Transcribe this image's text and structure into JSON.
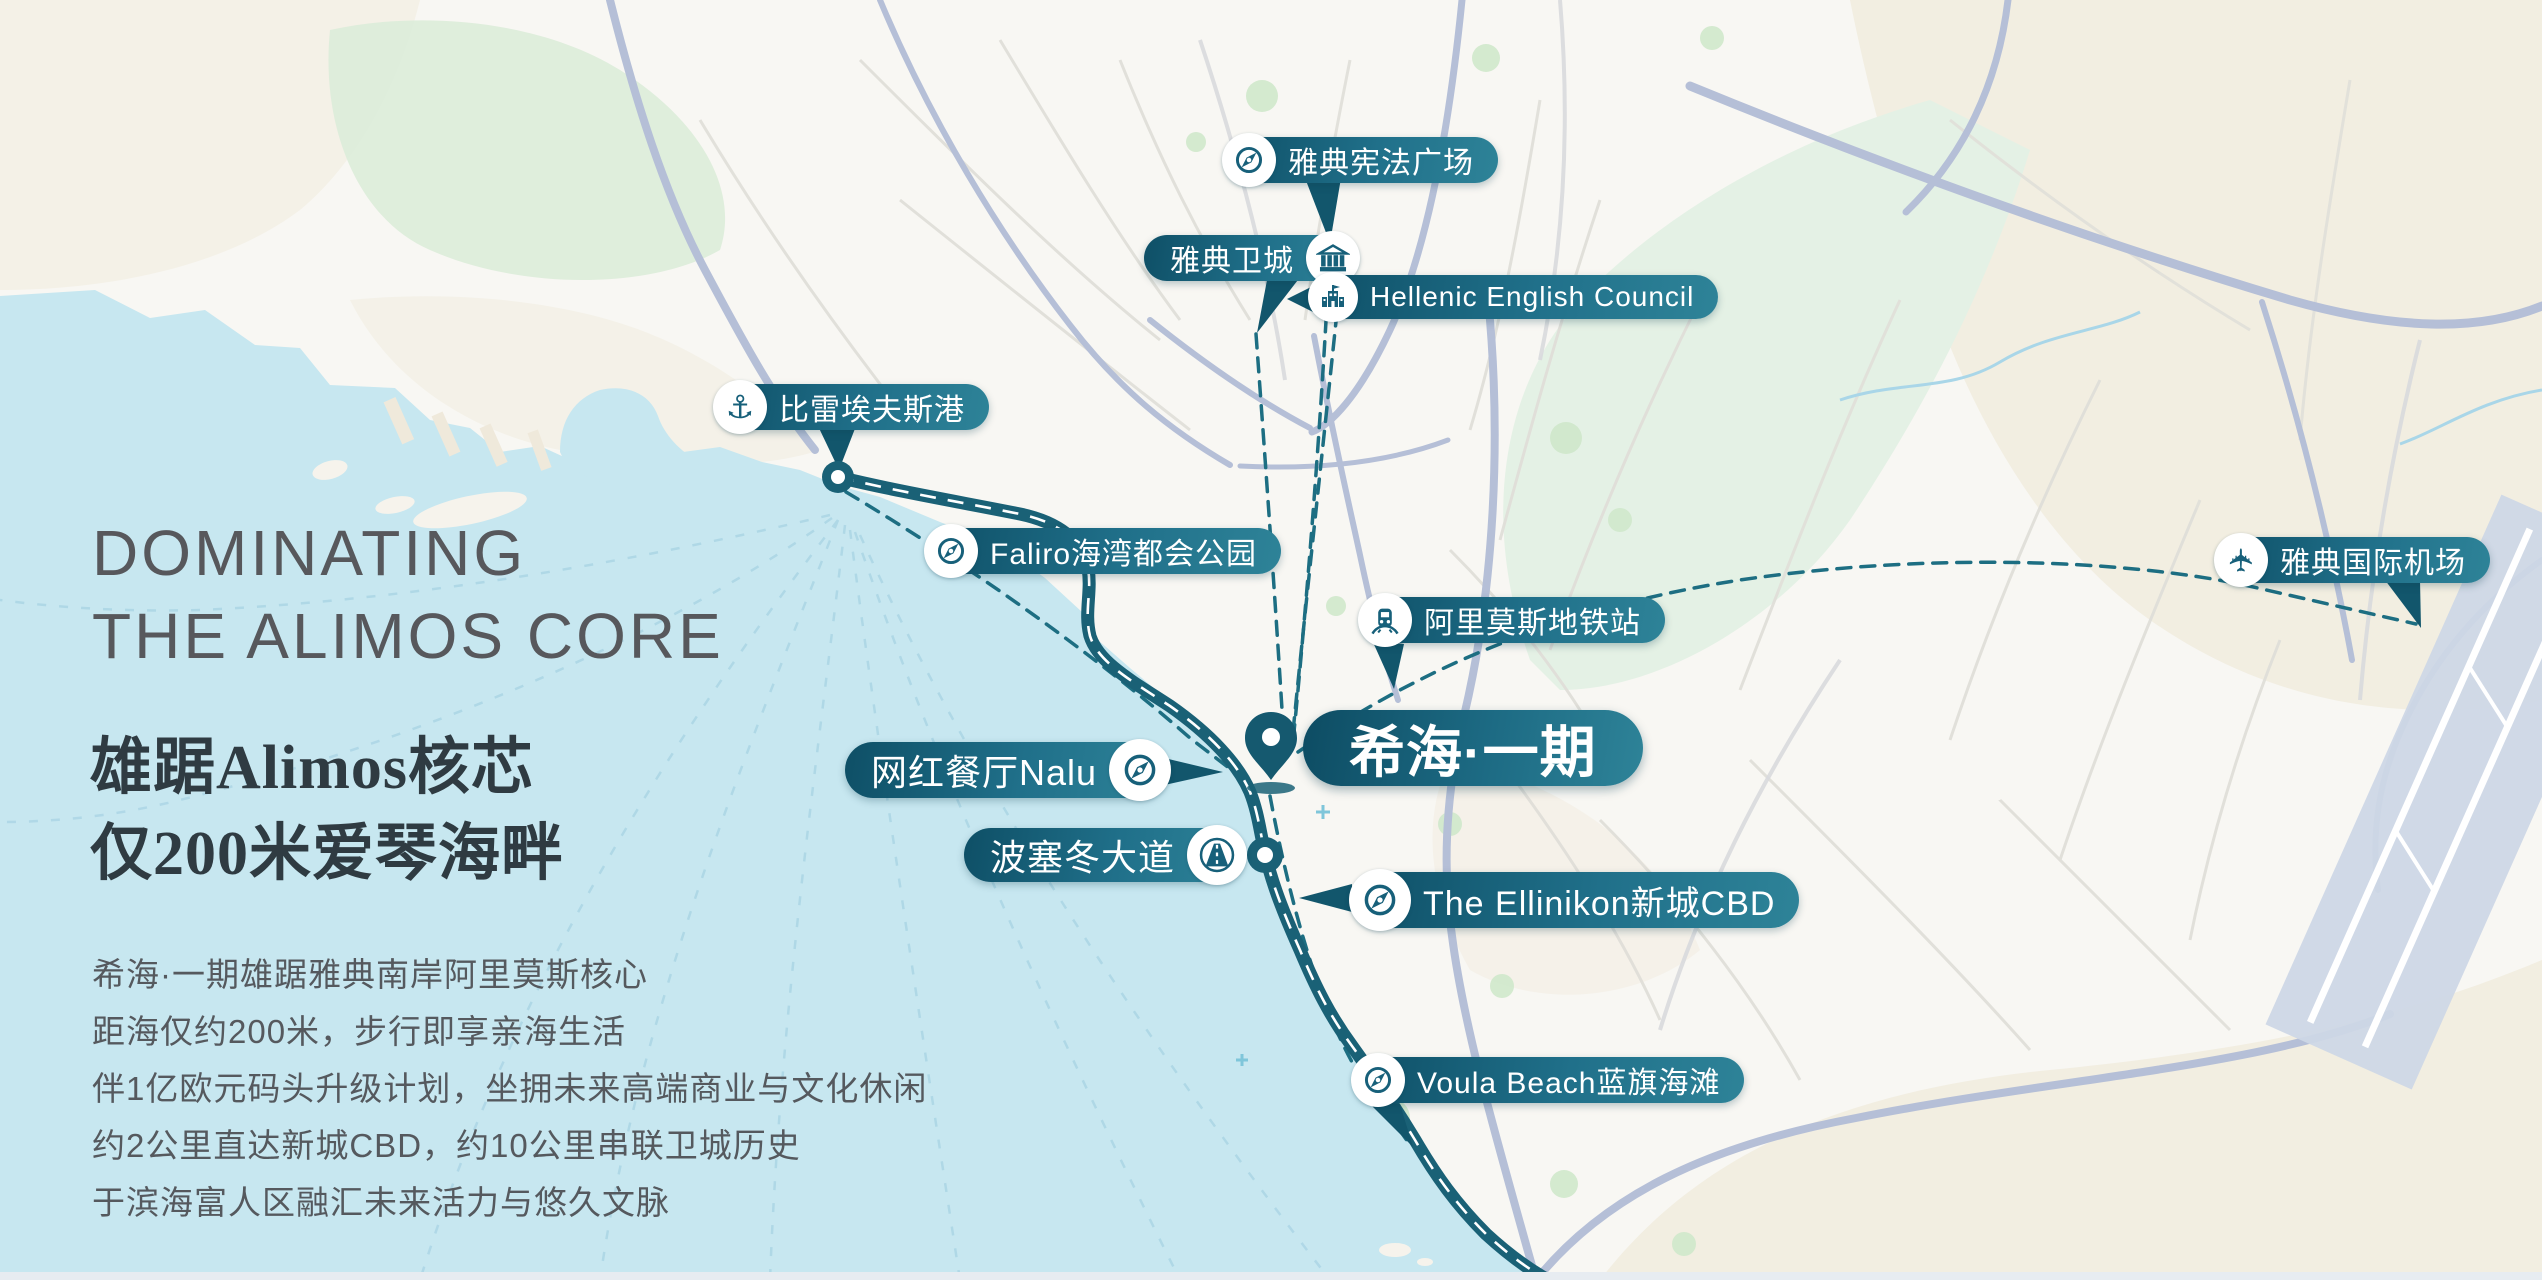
{
  "poster": {
    "title": {
      "line1": "DOMINATING",
      "line2": "THE ALIMOS CORE"
    },
    "headline": {
      "line1": "雄踞Alimos核芯",
      "line2": "仅200米爱琴海畔"
    },
    "body": {
      "line1": "希海·一期雄踞雅典南岸阿里莫斯核心",
      "line2": "距海仅约200米，步行即享亲海生活",
      "line3": "伴1亿欧元码头升级计划，坐拥未来高端商业与文化休闲",
      "line4": "约2公里直达新城CBD，约10公里串联卫城历史",
      "line5": "于滨海富人区融汇未来活力与悠久文脉"
    }
  },
  "map": {
    "project": {
      "text": "希海·一期",
      "icon": "location-pin"
    },
    "labels": [
      {
        "id": "constitution-square",
        "text": "雅典宪法广场",
        "icon": "compass"
      },
      {
        "id": "acropolis",
        "text": "雅典卫城",
        "icon": "temple"
      },
      {
        "id": "hellenic-english-council",
        "text": "Hellenic English Council",
        "icon": "school"
      },
      {
        "id": "piraeus-port",
        "text": "比雷埃夫斯港",
        "icon": "anchor"
      },
      {
        "id": "faliro-bay-park",
        "text": "Faliro海湾都会公园",
        "icon": "compass"
      },
      {
        "id": "alimos-metro-station",
        "text": "阿里莫斯地铁站",
        "icon": "metro-train"
      },
      {
        "id": "nalu-restaurant",
        "text": "网红餐厅Nalu",
        "icon": "compass"
      },
      {
        "id": "poseidon-avenue",
        "text": "波塞冬大道",
        "icon": "highway"
      },
      {
        "id": "ellinikon-cbd",
        "text": "The Ellinikon新城CBD",
        "icon": "compass"
      },
      {
        "id": "voula-beach",
        "text": "Voula Beach蓝旗海滩",
        "icon": "compass"
      },
      {
        "id": "athens-airport",
        "text": "雅典国际机场",
        "icon": "airplane"
      }
    ],
    "colors": {
      "pill_dark": "#0e4f66",
      "pill_light": "#2e8398",
      "route_teal": "#1a6176",
      "dashed_teal": "#1d6e82",
      "sea": "#c7e7f0",
      "land": "#f8f7f3",
      "road_lavender": "#b5bfd7",
      "park_green": "#d9ecd6"
    }
  }
}
